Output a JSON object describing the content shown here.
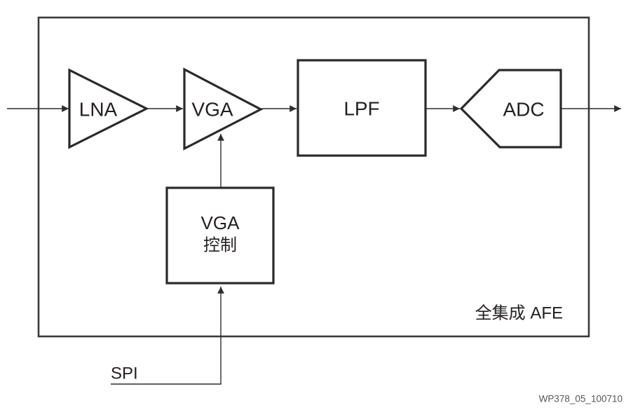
{
  "figure": {
    "type": "block-diagram",
    "blocks": {
      "lna": {
        "label": "LNA"
      },
      "vga": {
        "label": "VGA"
      },
      "lpf": {
        "label": "LPF"
      },
      "adc": {
        "label": "ADC"
      },
      "vga_control": {
        "line1": "VGA",
        "line2": "控制"
      }
    },
    "labels": {
      "spi": "SPI",
      "system": "全集成 AFE",
      "figure_id": "WP378_05_100710"
    },
    "connections": [
      "input -> LNA",
      "LNA -> VGA",
      "VGA -> LPF",
      "LPF -> ADC",
      "ADC -> output",
      "VGA控制 -> VGA",
      "SPI -> VGA控制"
    ]
  },
  "colors": {
    "background": "#ffffff",
    "block_stroke": "#2a2a2c",
    "boundary_stroke": "#3a3a3c",
    "wire": "#2e2e30",
    "label_text": "#231f20",
    "figure_id_text": "#54565a"
  }
}
